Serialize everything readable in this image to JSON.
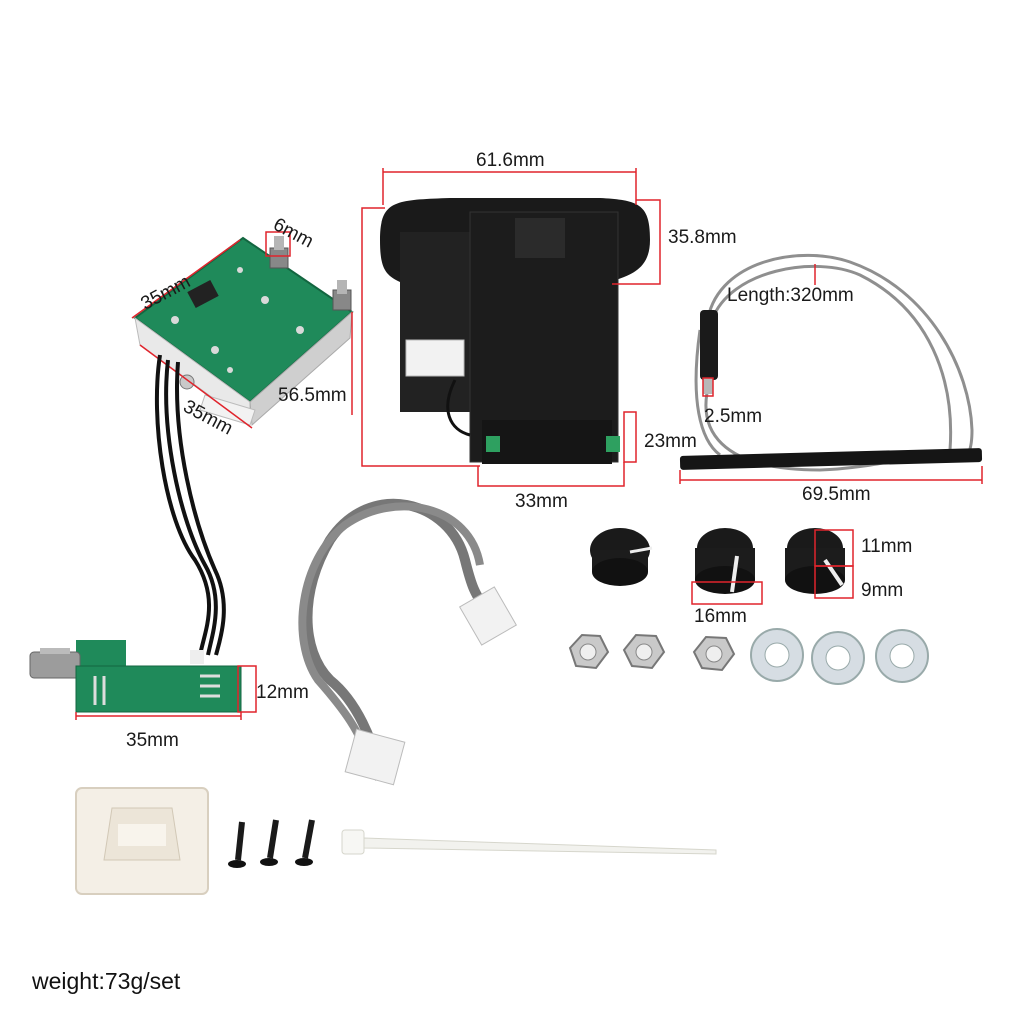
{
  "labels": {
    "preamp_width": "35mm",
    "knob_shaft": "6mm",
    "preamp_depth": "35mm",
    "preamp_height": "56.5mm",
    "volume_board_height": "12mm",
    "volume_board_width": "35mm",
    "battery_box_width": "61.6mm",
    "battery_box_tab": "35.8mm",
    "battery_box_height": "23mm",
    "battery_box_bottom": "33mm",
    "cable_length": "Length:320mm",
    "plug_diameter": "2.5mm",
    "pickup_length": "69.5mm",
    "knob_height": "11mm",
    "knob_small": "9mm",
    "knob_diameter": "16mm"
  },
  "footer": {
    "weight": "weight:73g/set"
  },
  "colors": {
    "dimension_lines": "#e0242c",
    "pcb_green": "#1f8a5a",
    "plastic_black": "#1a1a1a",
    "cable_gray": "#7a7a7a",
    "connector_white": "#f2f2f2"
  }
}
